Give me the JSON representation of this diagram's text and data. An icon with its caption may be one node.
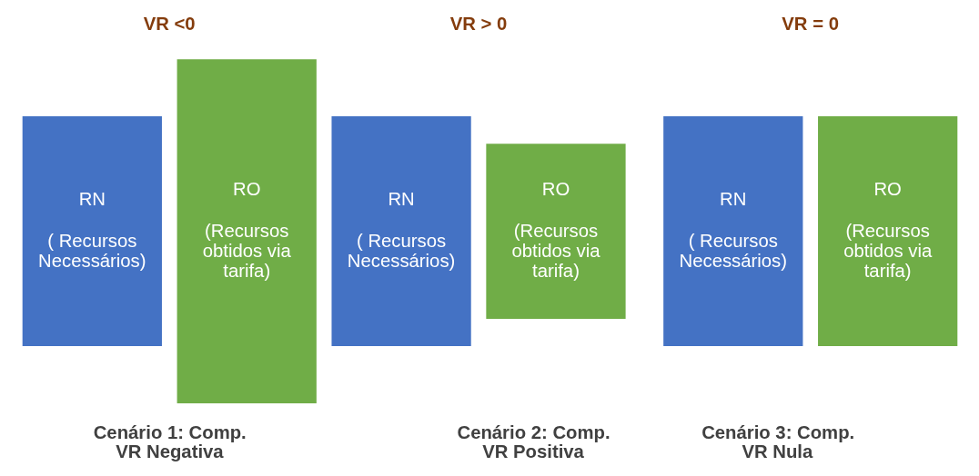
{
  "diagram": {
    "nodes": [
      {
        "text": [
          "RN",
          "( Recursos Necessários)"
        ]
      },
      {
        "text": [
          "RO",
          "(Recursos obtidos via tarifa)"
        ]
      },
      {
        "text": [
          "RN",
          "( Recursos Necessários)"
        ]
      },
      {
        "text": [
          "RO",
          "(Recursos obtidos via tarifa)"
        ]
      },
      {
        "text": [
          "RN",
          "( Recursos Necessários)"
        ]
      },
      {
        "text": [
          "RO",
          "(Recursos obtidos via tarifa)"
        ]
      }
    ],
    "edges": [],
    "labels": [
      "VR <0",
      "VR > 0",
      "VR = 0",
      "Cenário 1: Comp. VR Negativa",
      "Cenário 2: Comp. VR Positiva",
      "Cenário 3: Comp. VR Nula"
    ]
  }
}
